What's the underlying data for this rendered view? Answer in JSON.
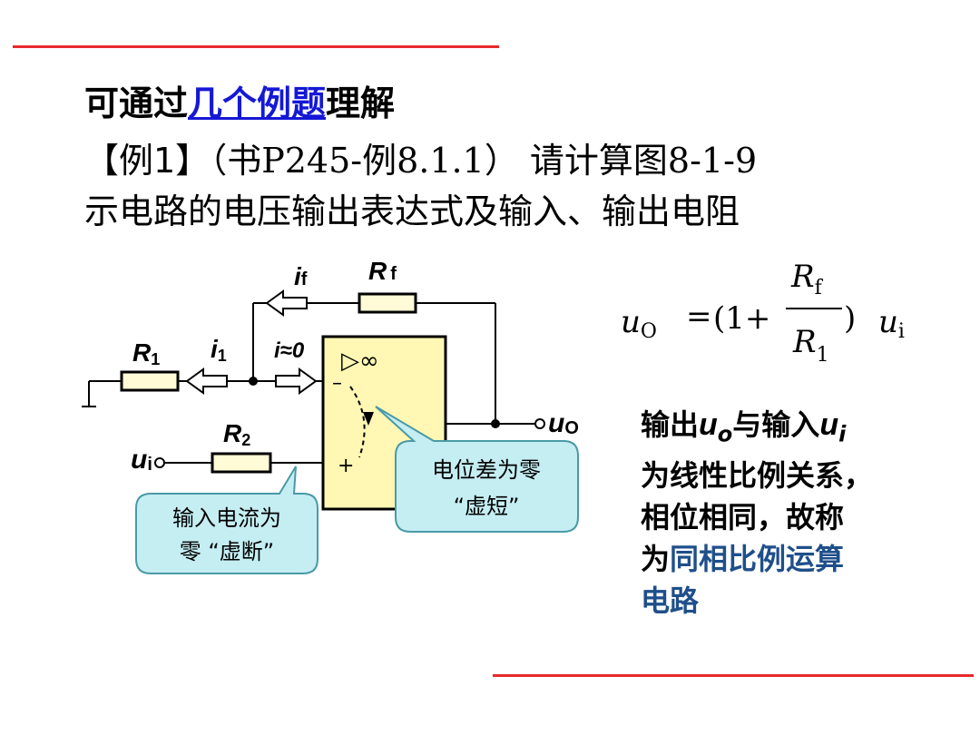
{
  "heading": {
    "prefix": "可通过",
    "link": "几个例题",
    "suffix": "理解"
  },
  "example": {
    "tag": "【例1】",
    "source": "（书P245-例8.1.1）",
    "line2_rest": " 请计算图8-1-9",
    "line3": "示电路的电压输出表达式及输入、输出电阻"
  },
  "circuit": {
    "labels": {
      "if_main": "i",
      "if_sub": "f",
      "rf_main": "R",
      "rf_sub": "f",
      "r1_main": "R",
      "r1_sub": "1",
      "i1_main": "i",
      "i1_sub": "1",
      "i_approx": "i≈0",
      "r2_main": "R",
      "r2_sub": "2",
      "ui_main": "u",
      "ui_sub": "i",
      "uo_main": "u",
      "uo_sub": "O",
      "opamp_symbol": "▷∞",
      "minus": "–",
      "plus": "+"
    },
    "bubble_left": {
      "line1": "输入电流为",
      "line2": "零 “虚断”"
    },
    "bubble_right": {
      "line1": "电位差为零",
      "line2": "“虚短”"
    }
  },
  "formula": {
    "lhs": "u",
    "lhs_sub": "O",
    "equals": "=",
    "open": "(1+",
    "num": "R",
    "num_sub": "f",
    "den": "R",
    "den_sub": "1",
    "close": ")",
    "rhs": "u",
    "rhs_sub": "i"
  },
  "conclusion": {
    "p1": "输出",
    "var1": "u",
    "var1_sub": "o",
    "p2": "与输入",
    "var2": "u",
    "var2_sub": "i",
    "line2": "为线性比例关系，",
    "line3": "相位相同，故称",
    "line4_prefix": "为",
    "line4_highlight": "同相比例运算",
    "line5": "电路"
  },
  "colors": {
    "rule": "#e8292b",
    "link": "#1518d6",
    "opamp_fill": "#fff7b3",
    "resistor_fill": "#fffbd6",
    "bubble_fill": "#c5eef3",
    "bubble_stroke": "#4a9aa6",
    "highlight_text": "#1f4f8a"
  }
}
